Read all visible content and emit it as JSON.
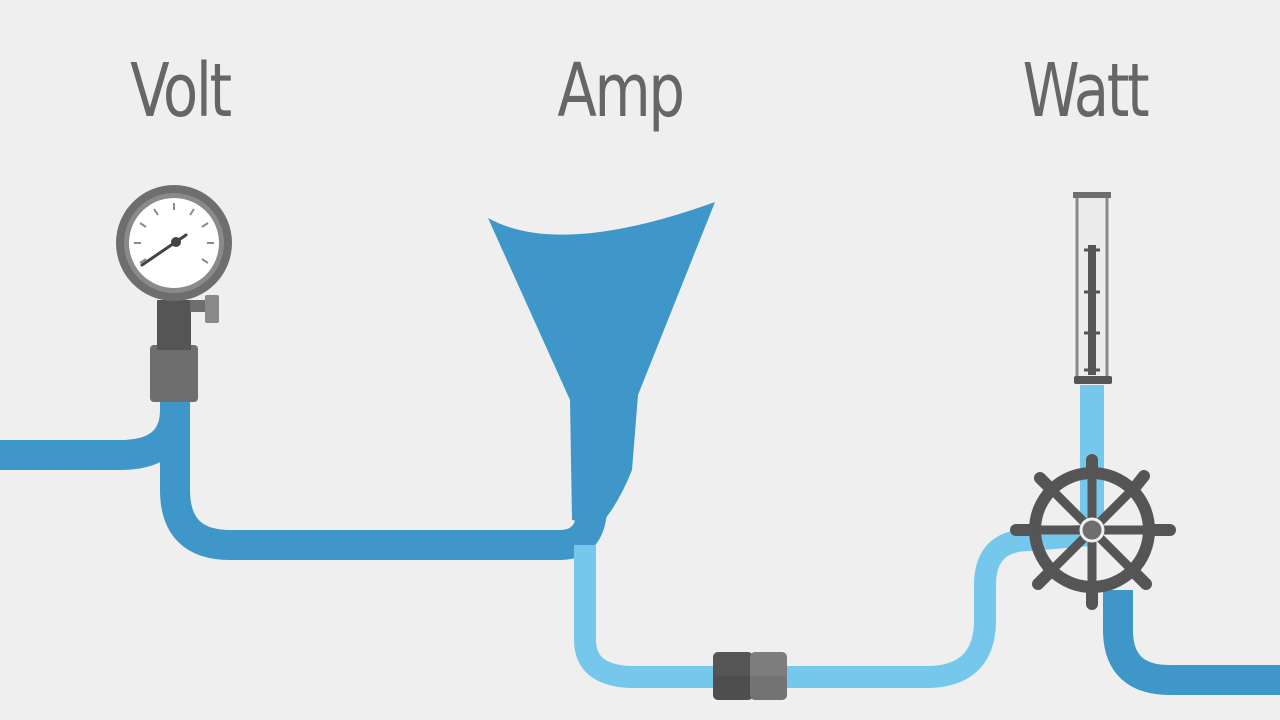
{
  "labels": {
    "volt": "Volt",
    "amp": "Amp",
    "watt": "Watt"
  },
  "colors": {
    "background": "#efefef",
    "label": "#666666",
    "dark_water": "#3e97c8",
    "light_water": "#75c8ec",
    "metal_dark": "#555555",
    "metal_mid": "#6e6e6e",
    "metal_light": "#8a8a8a"
  },
  "icons": [
    "pressure-gauge-icon",
    "funnel-icon",
    "measuring-tube-icon",
    "water-wheel-icon",
    "pipe-coupling-icon"
  ]
}
